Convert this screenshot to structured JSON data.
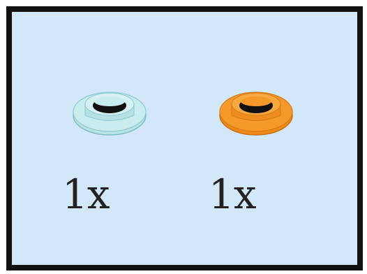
{
  "parts": [
    {
      "name": "transparent-light-blue-round-plate",
      "color": "#b9e4e8",
      "rim_color": "#7fbcc4",
      "quantity": "1x"
    },
    {
      "name": "orange-round-plate",
      "color": "#f59a2a",
      "rim_color": "#c86f10",
      "quantity": "1x"
    }
  ],
  "colors": {
    "panel_background": "#d2e8f8",
    "border": "#111111",
    "hole": "#111111"
  }
}
